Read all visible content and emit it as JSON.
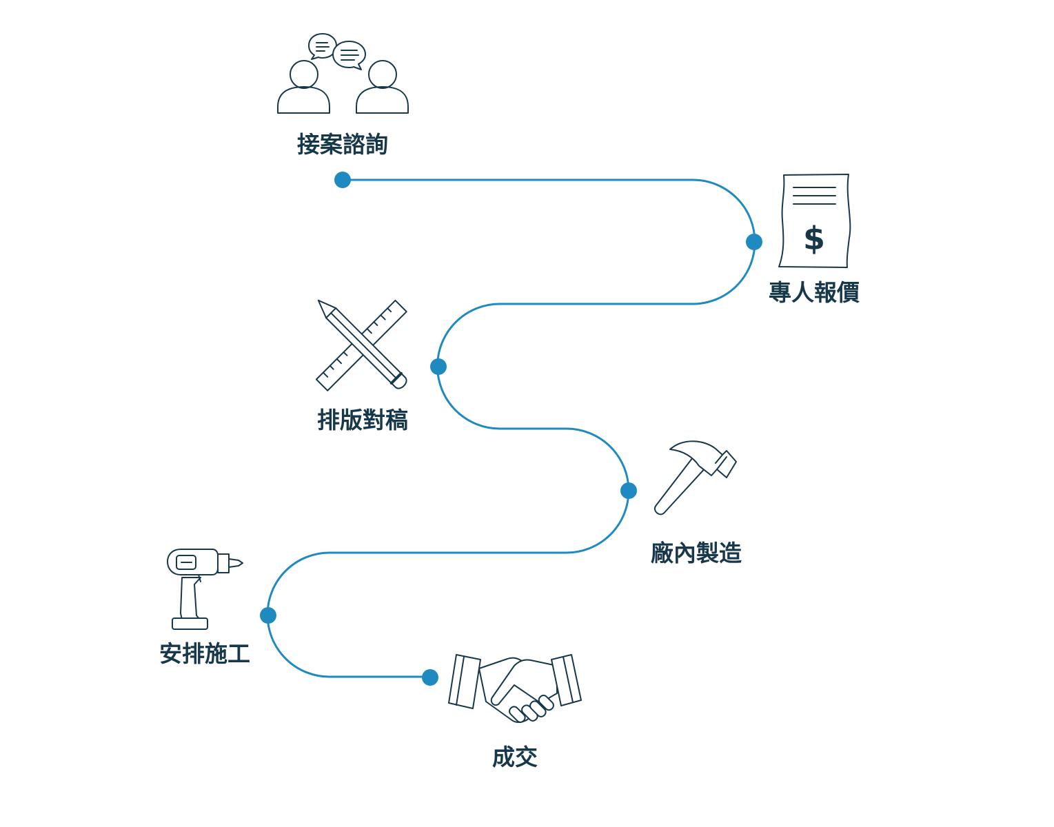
{
  "colors": {
    "path": "#1f8ac0",
    "node": "#1f8ac0",
    "ink": "#17374a"
  },
  "steps": [
    {
      "label": "接案諮詢",
      "icon": "consultation-chat-icon"
    },
    {
      "label": "專人報價",
      "icon": "price-quote-document-icon"
    },
    {
      "label": "排版對稿",
      "icon": "pencil-ruler-icon"
    },
    {
      "label": "廠內製造",
      "icon": "hammer-icon"
    },
    {
      "label": "安排施工",
      "icon": "power-drill-icon"
    },
    {
      "label": "成交",
      "icon": "handshake-icon"
    }
  ],
  "quote_icon_symbol": "$"
}
